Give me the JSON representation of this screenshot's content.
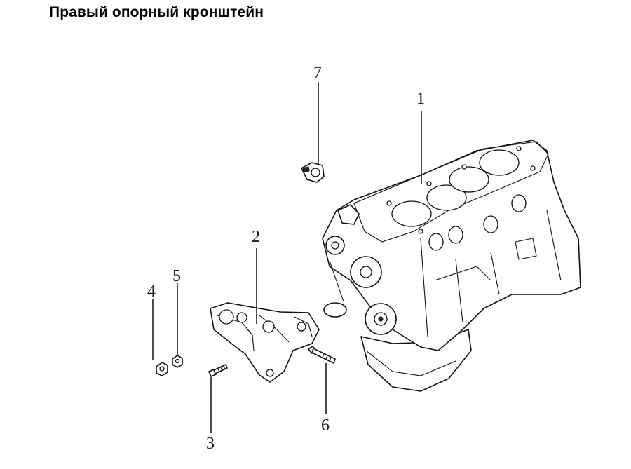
{
  "title": "Правый опорный кронштейн",
  "callouts": {
    "c1": "1",
    "c2": "2",
    "c3": "3",
    "c4": "4",
    "c5": "5",
    "c6": "6",
    "c7": "7"
  },
  "colors": {
    "line": "#111111",
    "background": "#ffffff"
  }
}
